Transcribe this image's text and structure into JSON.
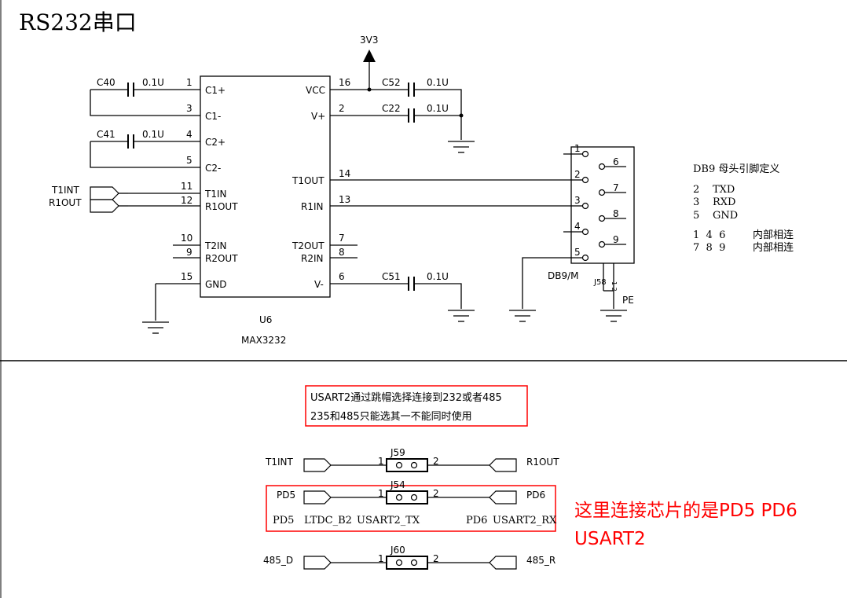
{
  "title": "RS232串口",
  "power": {
    "net": "3V3"
  },
  "chip": {
    "ref": "U6",
    "part": "MAX3232",
    "left_pins": [
      {
        "num": "1",
        "name": "C1+"
      },
      {
        "num": "3",
        "name": "C1-"
      },
      {
        "num": "4",
        "name": "C2+"
      },
      {
        "num": "5",
        "name": "C2-"
      },
      {
        "num": "11",
        "name": "T1IN"
      },
      {
        "num": "12",
        "name": "R1OUT"
      },
      {
        "num": "10",
        "name": "T2IN"
      },
      {
        "num": "9",
        "name": "R2OUT"
      },
      {
        "num": "15",
        "name": "GND"
      }
    ],
    "right_pins": [
      {
        "num": "16",
        "name": "VCC"
      },
      {
        "num": "2",
        "name": "V+"
      },
      {
        "num": "14",
        "name": "T1OUT"
      },
      {
        "num": "13",
        "name": "R1IN"
      },
      {
        "num": "7",
        "name": "T2OUT"
      },
      {
        "num": "8",
        "name": "R2IN"
      },
      {
        "num": "6",
        "name": "V-"
      }
    ]
  },
  "capacitors": [
    {
      "ref": "C40",
      "value": "0.1U"
    },
    {
      "ref": "C41",
      "value": "0.1U"
    },
    {
      "ref": "C52",
      "value": "0.1U"
    },
    {
      "ref": "C22",
      "value": "0.1U"
    },
    {
      "ref": "C51",
      "value": "0.1U"
    }
  ],
  "net_labels": {
    "t1int": "T1INT",
    "r1out": "R1OUT"
  },
  "connector": {
    "ref": "DB9/M",
    "shield_ref": "J58",
    "shield_pins": "1 2",
    "pe": "PE",
    "pins": [
      "1",
      "2",
      "3",
      "4",
      "5",
      "6",
      "7",
      "8",
      "9"
    ]
  },
  "db9_def": {
    "title": "DB9 母头引脚定义",
    "rows": [
      {
        "num": "2",
        "name": "TXD"
      },
      {
        "num": "3",
        "name": "RXD"
      },
      {
        "num": "5",
        "name": "GND"
      }
    ],
    "link_rows": [
      {
        "nums": "1  4  6",
        "text": "内部相连"
      },
      {
        "nums": "7  8  9",
        "text": "内部相连"
      }
    ]
  },
  "note": {
    "line1": "USART2通过跳帽选择连接到232或者485",
    "line2": "235和485只能选其一不能同时使用"
  },
  "jumpers": [
    {
      "ref": "J59",
      "left_net": "T1INT",
      "right_net": "R1OUT",
      "pin1": "1",
      "pin2": "2"
    },
    {
      "ref": "J54",
      "left_net": "PD5",
      "right_net": "PD6",
      "pin1": "1",
      "pin2": "2"
    },
    {
      "ref": "J60",
      "left_net": "485_D",
      "right_net": "485_R",
      "pin1": "1",
      "pin2": "2"
    }
  ],
  "pd_row": {
    "pd5": "PD5",
    "ltdc": "LTDC_B2",
    "usart_tx": "USART2_TX",
    "pd6": "PD6",
    "usart_rx": "USART2_RX"
  },
  "annotation": {
    "line1": "这里连接芯片的是PD5 PD6",
    "line2": "USART2"
  }
}
